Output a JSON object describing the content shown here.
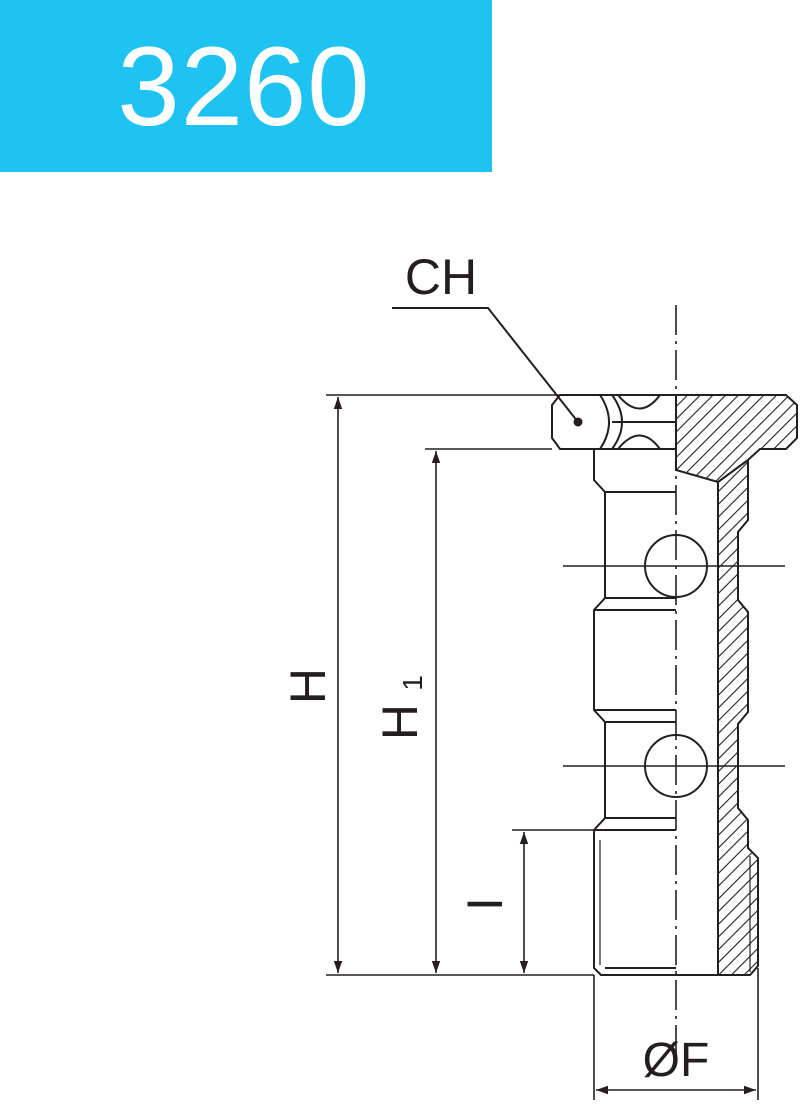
{
  "product_code": "3260",
  "banner_color": "#1ec3f2",
  "line_color": "#231f20",
  "labels": {
    "hex_size": "CH",
    "total_height": "H",
    "height_1": "H",
    "height_1_subscript": "1",
    "thread_length": "I",
    "thread_diameter": "ØF"
  }
}
